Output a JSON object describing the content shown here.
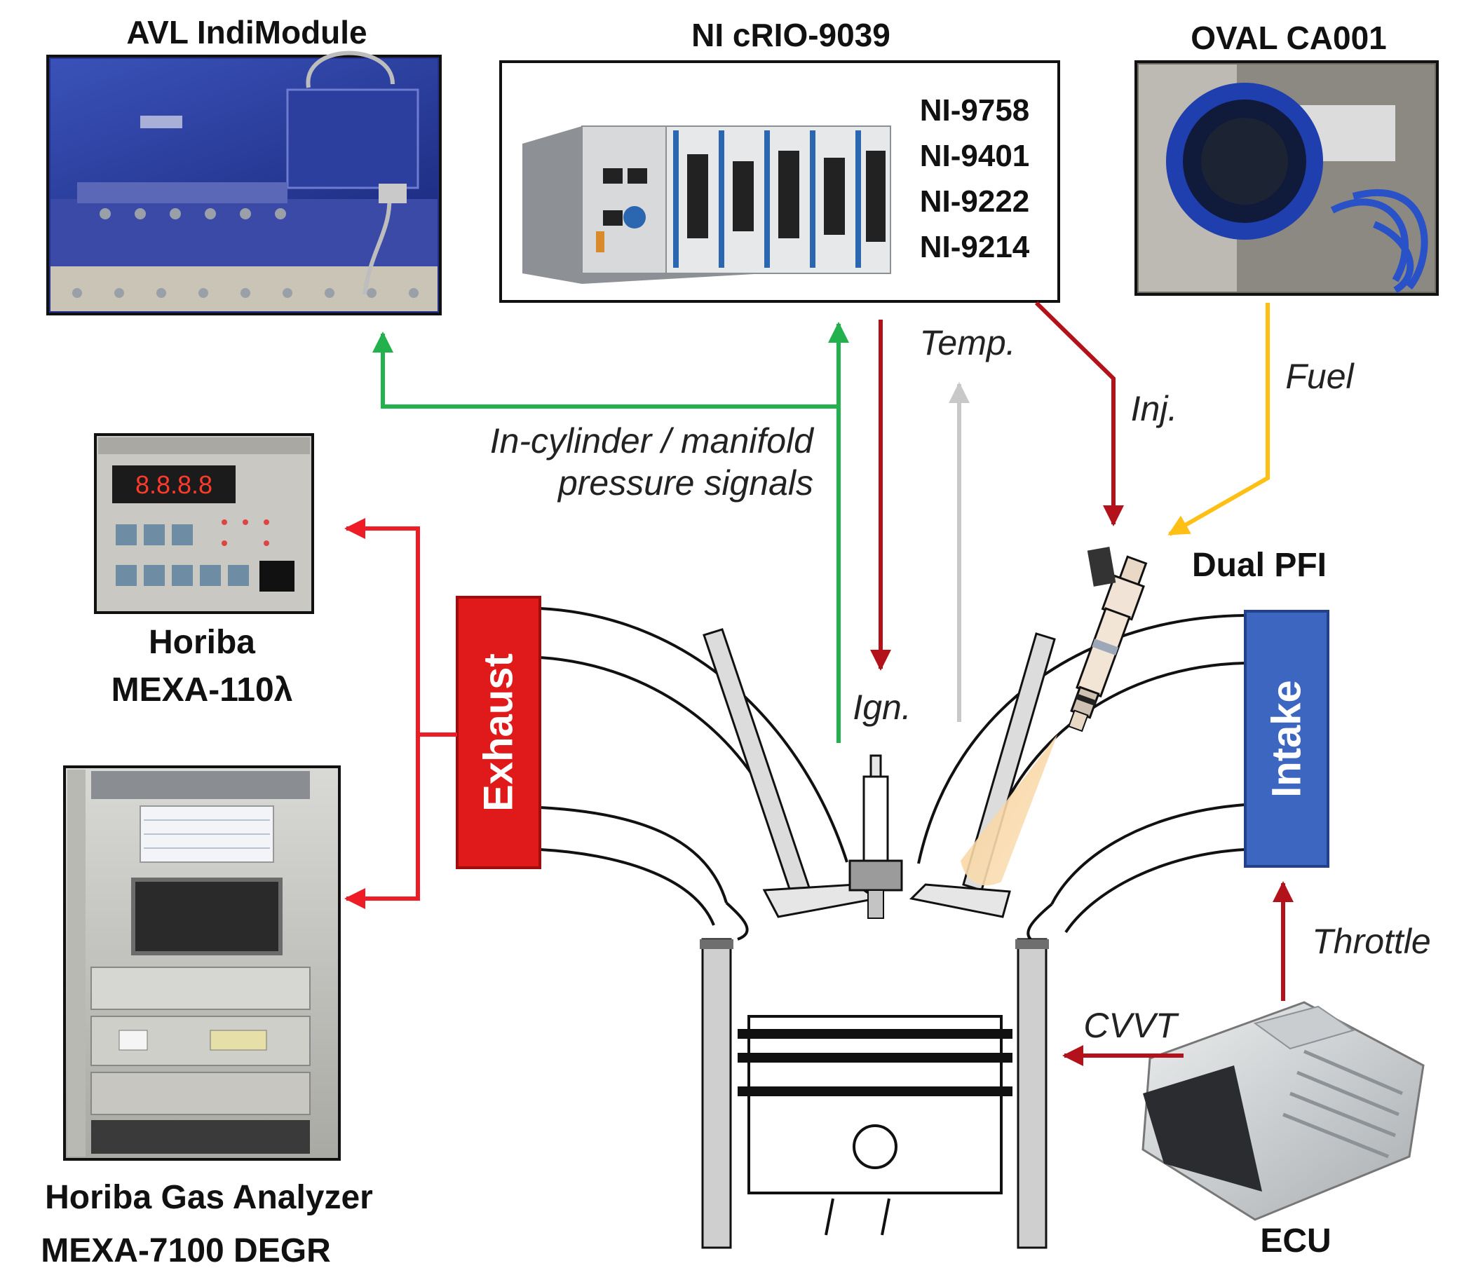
{
  "devices": {
    "avl": {
      "title": "AVL IndiModule"
    },
    "crio": {
      "title": "NI cRIO-9039",
      "modules": [
        "NI-9758",
        "NI-9401",
        "NI-9222",
        "NI-9214"
      ]
    },
    "oval": {
      "title": "OVAL CA001"
    },
    "horiba_small": {
      "line1": "Horiba",
      "line2": "MEXA-110λ"
    },
    "horiba_gas": {
      "line1": "Horiba Gas Analyzer",
      "line2": "MEXA-7100 DEGR"
    },
    "pfi": {
      "title": "Dual PFI"
    },
    "ecu": {
      "title": "ECU"
    }
  },
  "engine": {
    "exhaust": "Exhaust",
    "intake": "Intake"
  },
  "signals": {
    "pressure_line1": "In-cylinder / manifold",
    "pressure_line2": "pressure signals",
    "temp": "Temp.",
    "ign": "Ign.",
    "inj": "Inj.",
    "fuel": "Fuel",
    "throttle": "Throttle",
    "cvvt": "CVVT"
  },
  "colors": {
    "green": "#22b14c",
    "dark_red": "#b3121b",
    "red": "#ee1c24",
    "orange": "#ffbf14",
    "gray": "#c8c8c8",
    "exhaust_fill": "#e01a1a",
    "intake_fill": "#3c66c0"
  }
}
